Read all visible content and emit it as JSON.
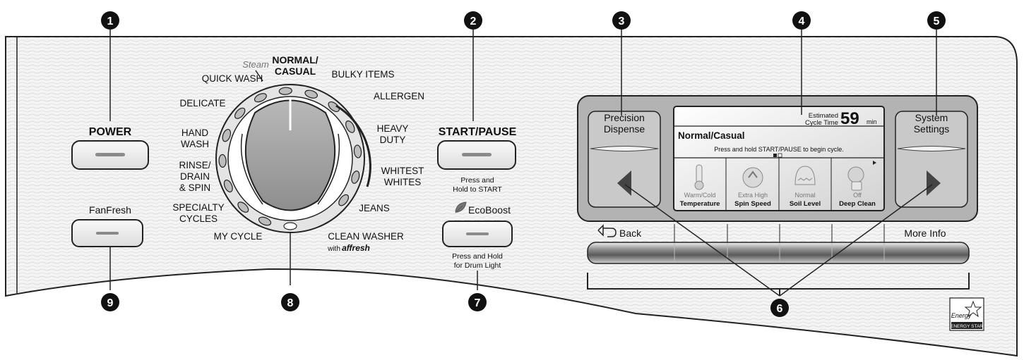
{
  "callouts": [
    "1",
    "2",
    "3",
    "4",
    "5",
    "6",
    "7",
    "8",
    "9"
  ],
  "buttons": {
    "power": "POWER",
    "start_pause": "START/PAUSE",
    "start_pause_hint_1": "Press and",
    "start_pause_hint_2": "Hold to START",
    "fanfresh": "FanFresh",
    "ecoboost": "EcoBoost",
    "ecoboost_hint_1": "Press and Hold",
    "ecoboost_hint_2": "for Drum Light"
  },
  "dial": {
    "steam": "Steam",
    "normal_1": "NORMAL/",
    "normal_2": "CASUAL",
    "quick_wash": "QUICK  WASH",
    "bulky_items": "BULKY ITEMS",
    "delicate": "DELICATE",
    "allergen": "ALLERGEN",
    "hand_1": "HAND",
    "hand_2": "WASH",
    "heavy_1": "HEAVY",
    "heavy_2": "DUTY",
    "rinse_1": "RINSE/",
    "rinse_2": "DRAIN",
    "rinse_3": "& SPIN",
    "whitest_1": "WHITEST",
    "whitest_2": "WHITES",
    "specialty_1": "SPECIALTY",
    "specialty_2": "CYCLES",
    "jeans": "JEANS",
    "my_cycle": "MY CYCLE",
    "clean_washer": "CLEAN WASHER",
    "with": "with",
    "affresh": "affresh"
  },
  "display": {
    "left_button_1": "Precision",
    "left_button_2": "Dispense",
    "right_button_1": "System",
    "right_button_2": "Settings",
    "estimated_1": "Estimated",
    "estimated_2": "Cycle Time",
    "time_value": "59",
    "time_unit": "min",
    "cycle_name": "Normal/Casual",
    "prompt": "Press and hold START/PAUSE to begin cycle.",
    "options": [
      {
        "value": "Warm/Cold",
        "name": "Temperature"
      },
      {
        "value": "Extra High",
        "name": "Spin Speed"
      },
      {
        "value": "Normal",
        "name": "Soil Level"
      },
      {
        "value": "Off",
        "name": "Deep Clean"
      }
    ],
    "back": "Back",
    "more_info": "More Info"
  },
  "energy_star": {
    "script": "Energy",
    "label": "ENERGY STAR"
  }
}
